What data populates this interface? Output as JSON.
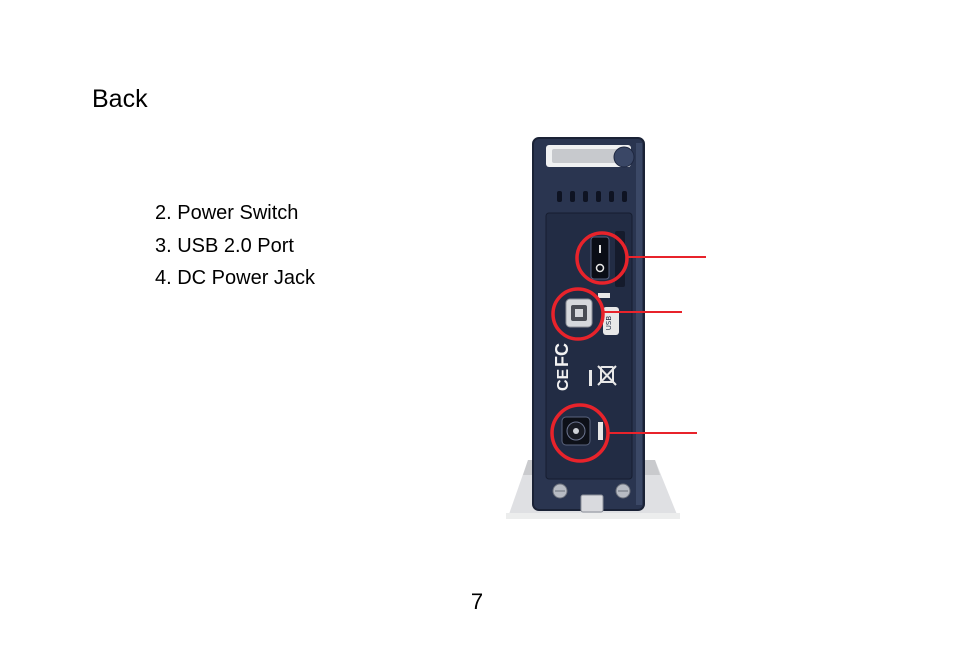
{
  "heading": "Back",
  "items": [
    "2. Power Switch",
    "3. USB 2.0 Port",
    "4. DC Power Jack"
  ],
  "figure": {
    "highlight_color": "#e8232b",
    "device_color": "#2a3550",
    "stand_color": "#e6e7ea",
    "icons": [
      "power-switch-icon",
      "usb-port-icon",
      "fcc-logo-icon",
      "ce-mark-icon",
      "weee-bin-icon",
      "dc-jack-icon"
    ]
  },
  "page_number": "7"
}
